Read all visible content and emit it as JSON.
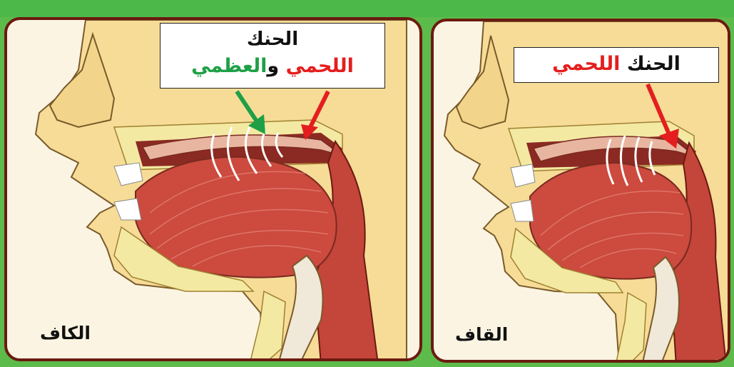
{
  "panels": {
    "kaf": {
      "letter": "الكاف",
      "label_line1": "الحنك",
      "label_soft": "اللحمي",
      "label_and": "و",
      "label_hard": "العظمي"
    },
    "qaf": {
      "letter": "القاف",
      "label_main": "الحنك",
      "label_soft": "اللحمي"
    }
  },
  "colors": {
    "background": "#5cbb4a",
    "border": "#6b1a10",
    "skin": "#f6dc97",
    "tongue": "#cc4a3e",
    "soft_palate_arrow": "#e41e1e",
    "hard_palate_arrow": "#1fa046"
  }
}
